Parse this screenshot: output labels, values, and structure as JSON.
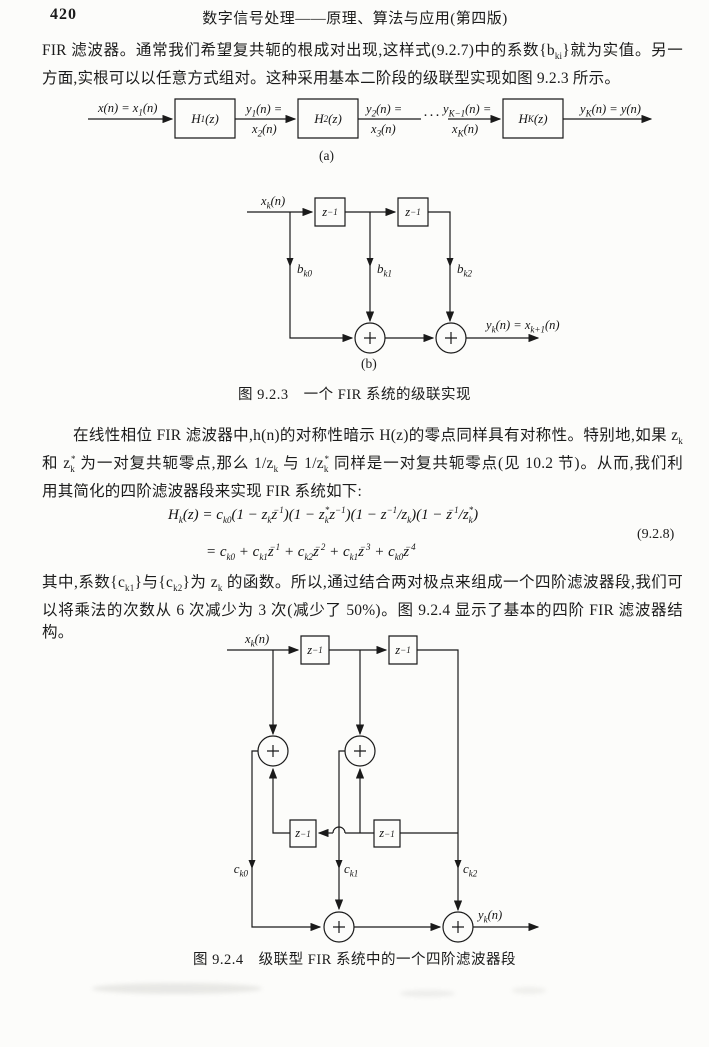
{
  "header": {
    "page_number": "420",
    "title": "数字信号处理——原理、算法与应用(第四版)"
  },
  "para1": {
    "lines": [
      "FIR 滤波器。通常我们希望复共轭的根成对出现,这样式(9.2.7)中的系数{b_{ki}}就为实值。另一",
      "方面,实根可以以任意方式组对。这种采用基本二阶段的级联型实现如图 9.2.3 所示。"
    ]
  },
  "fig923": {
    "a": {
      "input": "x(n) = x_{1}(n)",
      "h1": "H_{1}(z)",
      "h2": "H_{2}(z)",
      "hk": "H_{K}(z)",
      "mid1_top": "y_{1}(n) =",
      "mid1_bot": "x_{2}(n)",
      "mid2_top": "y_{2}(n) =",
      "mid2_bot": "x_{3}(n)",
      "dots": "···",
      "mid3_top": "y_{K−1}(n) =",
      "mid3_bot": "x_{K}(n)",
      "output": "y_{K}(n) = y(n)",
      "tag": "(a)"
    },
    "b": {
      "input": "x_{k}(n)",
      "delay": "z^{−1}",
      "b0": "b_{k0}",
      "b1": "b_{k1}",
      "b2": "b_{k2}",
      "output": "y_{k}(n) = x_{k+1}(n)",
      "tag": "(b)"
    },
    "caption": "图 9.2.3　一个 FIR 系统的级联实现"
  },
  "para2": {
    "lines": [
      "在线性相位 FIR 滤波器中,h(n)的对称性暗示 H(z)的零点同样具有对称性。特别地,如果 z_{k}",
      "和 z_{k}^{*} 为一对复共轭零点,那么 1/z_{k} 与 1/z_{k}^{*} 同样是一对复共轭零点(见 10.2 节)。从而,我们利",
      "用其简化的四阶滤波器段来实现 FIR 系统如下:"
    ]
  },
  "equation": {
    "line1": "H_{k}(z) = c_{k0}(1 − z_{k}z^{−1})(1 − z_{k}^{*}z^{−1})(1 − z^{−1}/z_{k})(1 − z^{−1}/z_{k}^{*})",
    "line2": "= c_{k0} + c_{k1}z^{−1} + c_{k2}z^{−2} + c_{k1}z^{−3} + c_{k0}z^{−4}",
    "number": "(9.2.8)"
  },
  "para3": {
    "lines": [
      "其中,系数{c_{k1}}与{c_{k2}}为 z_{k} 的函数。所以,通过结合两对极点来组成一个四阶滤波器段,我们可",
      "以将乘法的次数从 6 次减少为 3 次(减少了 50%)。图 9.2.4 显示了基本的四阶 FIR 滤波器结构。"
    ]
  },
  "fig924": {
    "input": "x_{k}(n)",
    "delay": "z^{−1}",
    "c0": "c_{k0}",
    "c1": "c_{k1}",
    "c2": "c_{k2}",
    "output": "y_{k}(n)",
    "caption": "图 9.2.4　级联型 FIR 系统中的一个四阶滤波器段"
  }
}
